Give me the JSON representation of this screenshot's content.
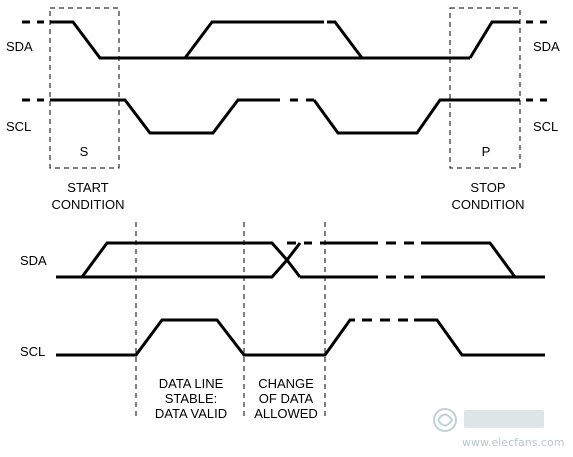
{
  "top_diagram": {
    "sda_label_left": "SDA",
    "sda_label_right": "SDA",
    "scl_label_left": "SCL",
    "scl_label_right": "SCL",
    "start_marker": "S",
    "stop_marker": "P",
    "start_caption": [
      "START",
      "CONDITION"
    ],
    "stop_caption": [
      "STOP",
      "CONDITION"
    ]
  },
  "bottom_diagram": {
    "sda_label": "SDA",
    "scl_label": "SCL",
    "stable_caption": [
      "DATA LINE",
      "STABLE:",
      "DATA VALID"
    ],
    "change_caption": [
      "CHANGE",
      "OF DATA",
      "ALLOWED"
    ]
  },
  "watermark": {
    "text": "www.elecfans.com",
    "logo": "elecfans-logo"
  }
}
